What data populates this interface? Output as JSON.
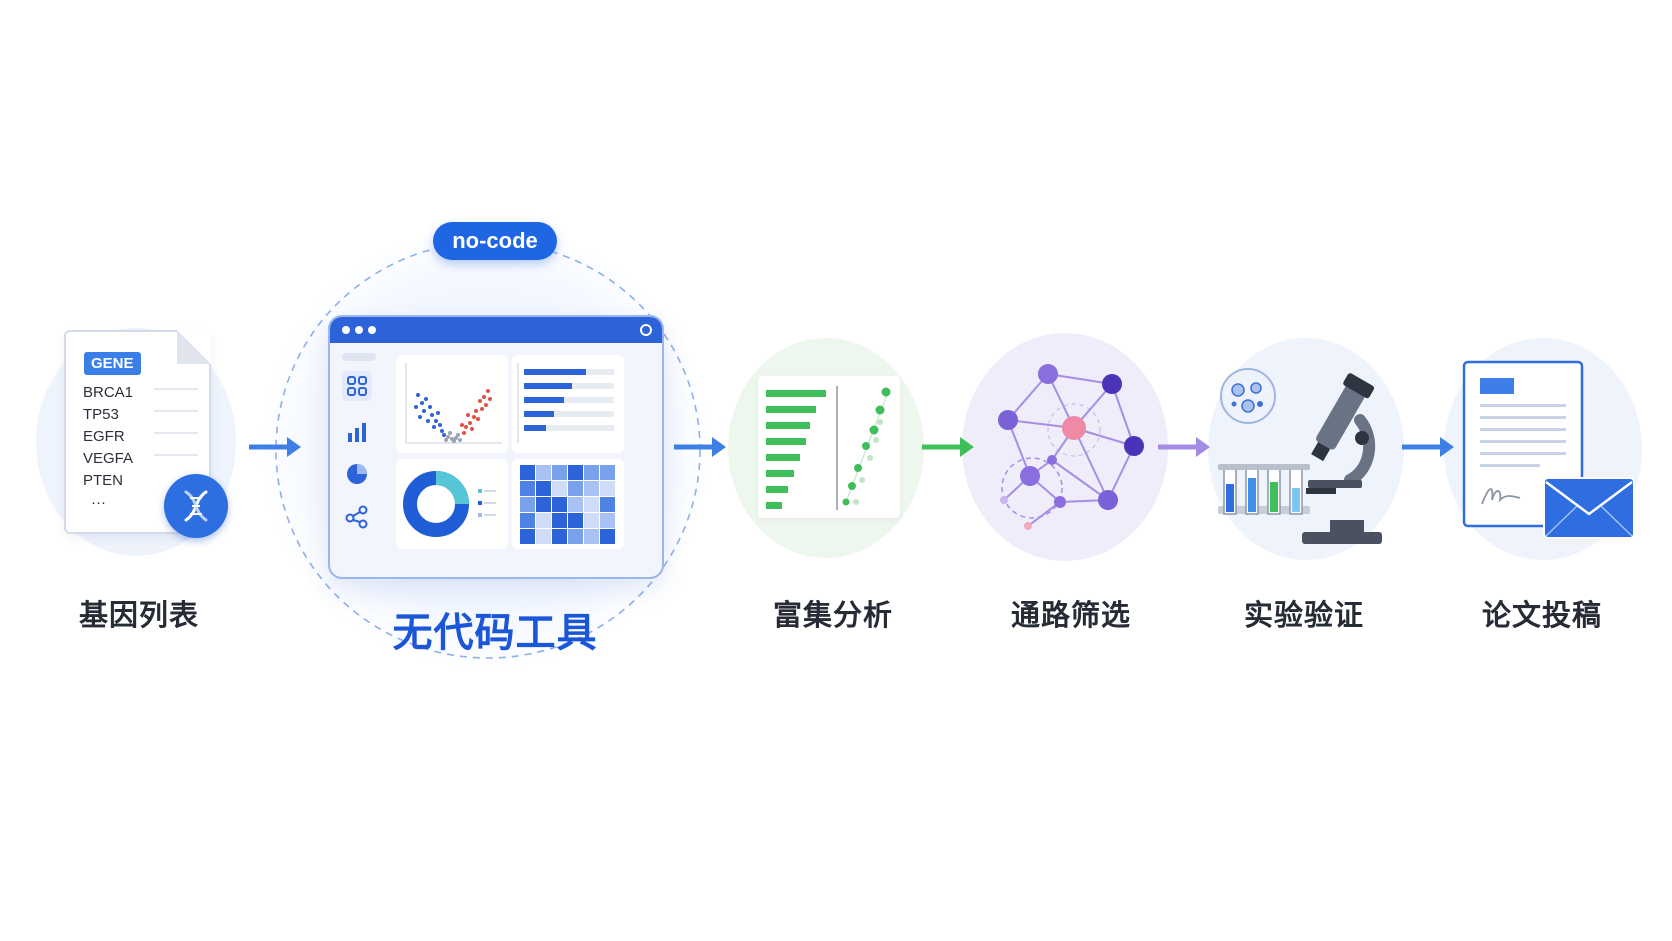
{
  "steps": [
    {
      "label": "基因列表"
    },
    {
      "label": "无代码工具",
      "badge": "no-code"
    },
    {
      "label": "富集分析"
    },
    {
      "label": "通路筛选"
    },
    {
      "label": "实验验证"
    },
    {
      "label": "论文投稿"
    }
  ],
  "gene_doc": {
    "header": "GENE",
    "genes": [
      "BRCA1",
      "TP53",
      "EGFR",
      "VEGFA",
      "PTEN"
    ],
    "more": "···"
  },
  "icons": {
    "gene_doc": "document-icon",
    "dna": "dna-icon",
    "tool": "browser-window-icon",
    "enrichment": "bar-dot-chart-icon",
    "pathway": "network-icon",
    "validation": "microscope-icon",
    "submission": "paper-envelope-icon"
  },
  "colors": {
    "primary": "#1f66e5",
    "green": "#3fbf5a",
    "purple": "#8a6ee0",
    "text": "#262b36"
  }
}
